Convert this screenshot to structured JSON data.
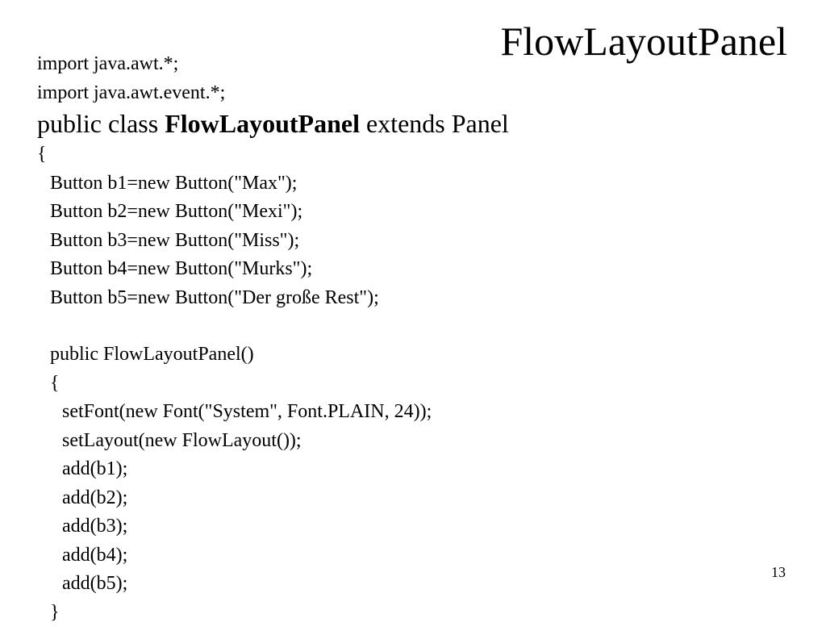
{
  "slide": {
    "title": "FlowLayoutPanel",
    "page_number": "13"
  },
  "code": {
    "import_awt": "import java.awt.*;",
    "import_event": "import java.awt.event.*;",
    "class_decl": {
      "prefix": "public class ",
      "name": "FlowLayoutPanel",
      "suffix": " extends Panel"
    },
    "open_brace": "{",
    "fields": [
      "Button b1=new Button(\"Max\");",
      "Button b2=new Button(\"Mexi\");",
      "Button b3=new Button(\"Miss\");",
      "Button b4=new Button(\"Murks\");",
      "Button b5=new Button(\"Der große Rest\");"
    ],
    "constructor_decl": "public FlowLayoutPanel()",
    "constructor_open": "{",
    "body": [
      "setFont(new Font(\"System\", Font.PLAIN, 24));",
      "setLayout(new FlowLayout());",
      "add(b1);",
      "add(b2);",
      "add(b3);",
      "add(b4);",
      "add(b5);"
    ],
    "constructor_close": "}"
  }
}
